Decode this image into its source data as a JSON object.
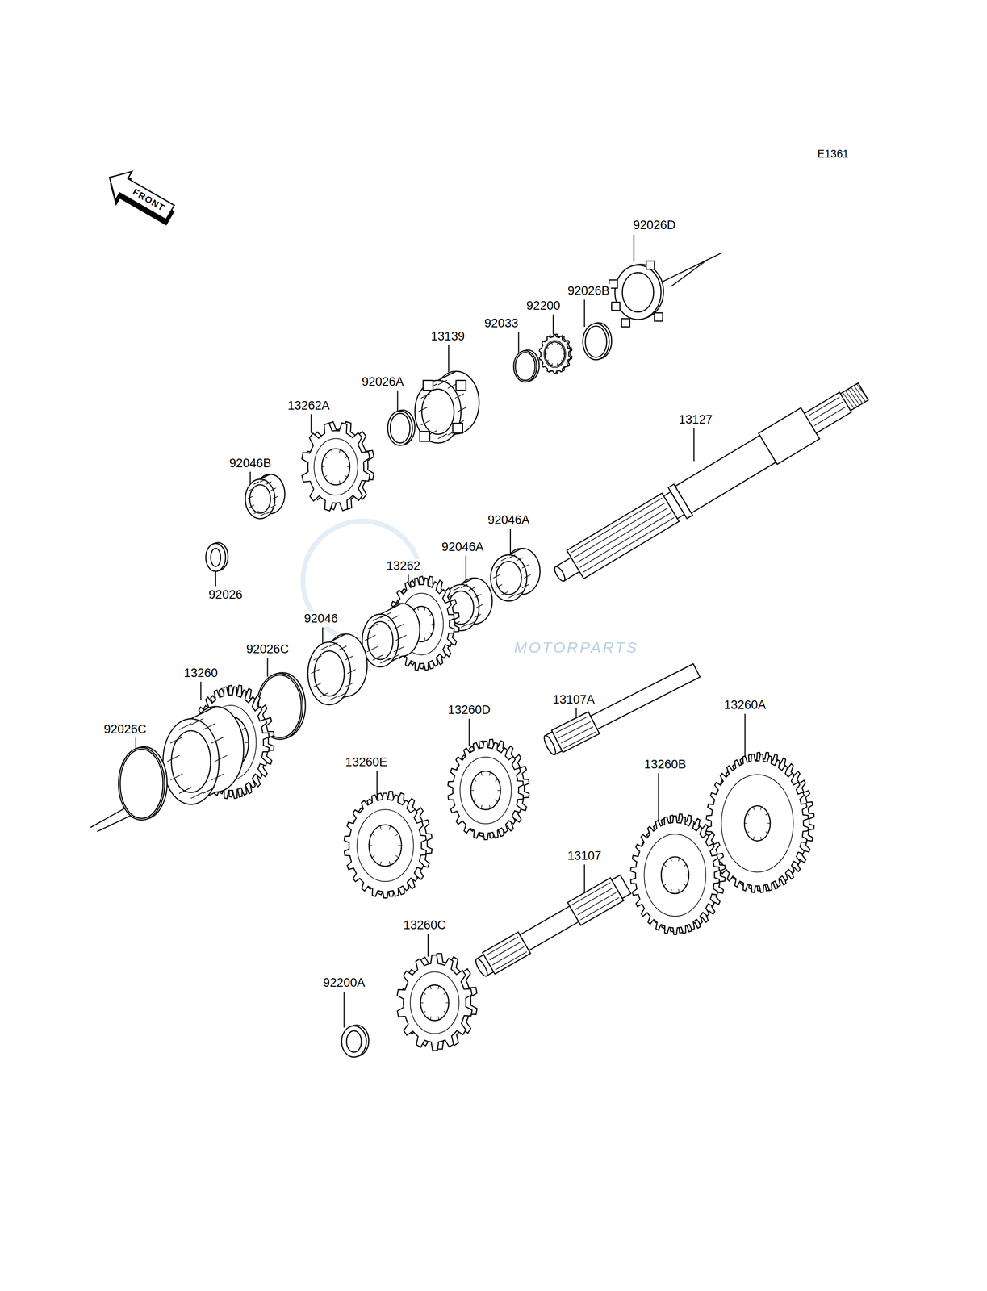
{
  "diagram": {
    "labels": [
      "E1361",
      "FRONT",
      "92026D",
      "92026B",
      "92200",
      "92033",
      "13139",
      "92026A",
      "13262A",
      "13127",
      "92046B",
      "92046A",
      "92046A",
      "13262",
      "92026",
      "92046",
      "92026C",
      "13260",
      "92026C",
      "13107A",
      "13260D",
      "13260A",
      "13260E",
      "13260B",
      "13107",
      "13260C",
      "92200A",
      "MOTORPARTS"
    ]
  }
}
